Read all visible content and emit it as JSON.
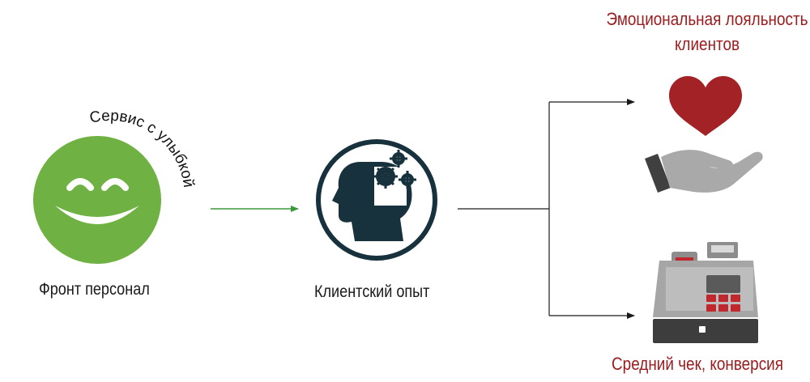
{
  "nodes": {
    "front_staff": {
      "label": "Фронт персонал",
      "arc_text": "Сервис с улыбкой"
    },
    "client_experience": {
      "label": "Клиентский опыт"
    },
    "emotional_loyalty": {
      "label_line1": "Эмоциональная лояльность",
      "label_line2": "клиентов"
    },
    "avg_check": {
      "label": "Средний чек, конверсия"
    }
  },
  "colors": {
    "smiley_green": "#6fb142",
    "head_dark": "#17313d",
    "heart_red": "#a32226",
    "accent_red_text": "#9b1c1f",
    "arrow_green": "#3a9a3a",
    "line_dark": "#1a1a1a",
    "register_gray": "#9c9c9c",
    "hand_gray": "#a9a9a9"
  },
  "icons": [
    "smiley-face-icon",
    "head-gears-icon",
    "heart-hand-icon",
    "cash-register-icon"
  ]
}
